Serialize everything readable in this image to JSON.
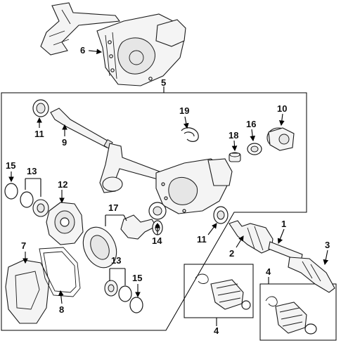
{
  "diagram": {
    "callouts": {
      "c1": "1",
      "c2": "2",
      "c3": "3",
      "c4a": "4",
      "c4b": "4",
      "c5": "5",
      "c6": "6",
      "c7": "7",
      "c8": "8",
      "c9": "9",
      "c10": "10",
      "c11a": "11",
      "c11b": "11",
      "c12": "12",
      "c13a": "13",
      "c13b": "13",
      "c14": "14",
      "c15a": "15",
      "c15b": "15",
      "c16": "16",
      "c17": "17",
      "c18": "18",
      "c19": "19"
    }
  }
}
